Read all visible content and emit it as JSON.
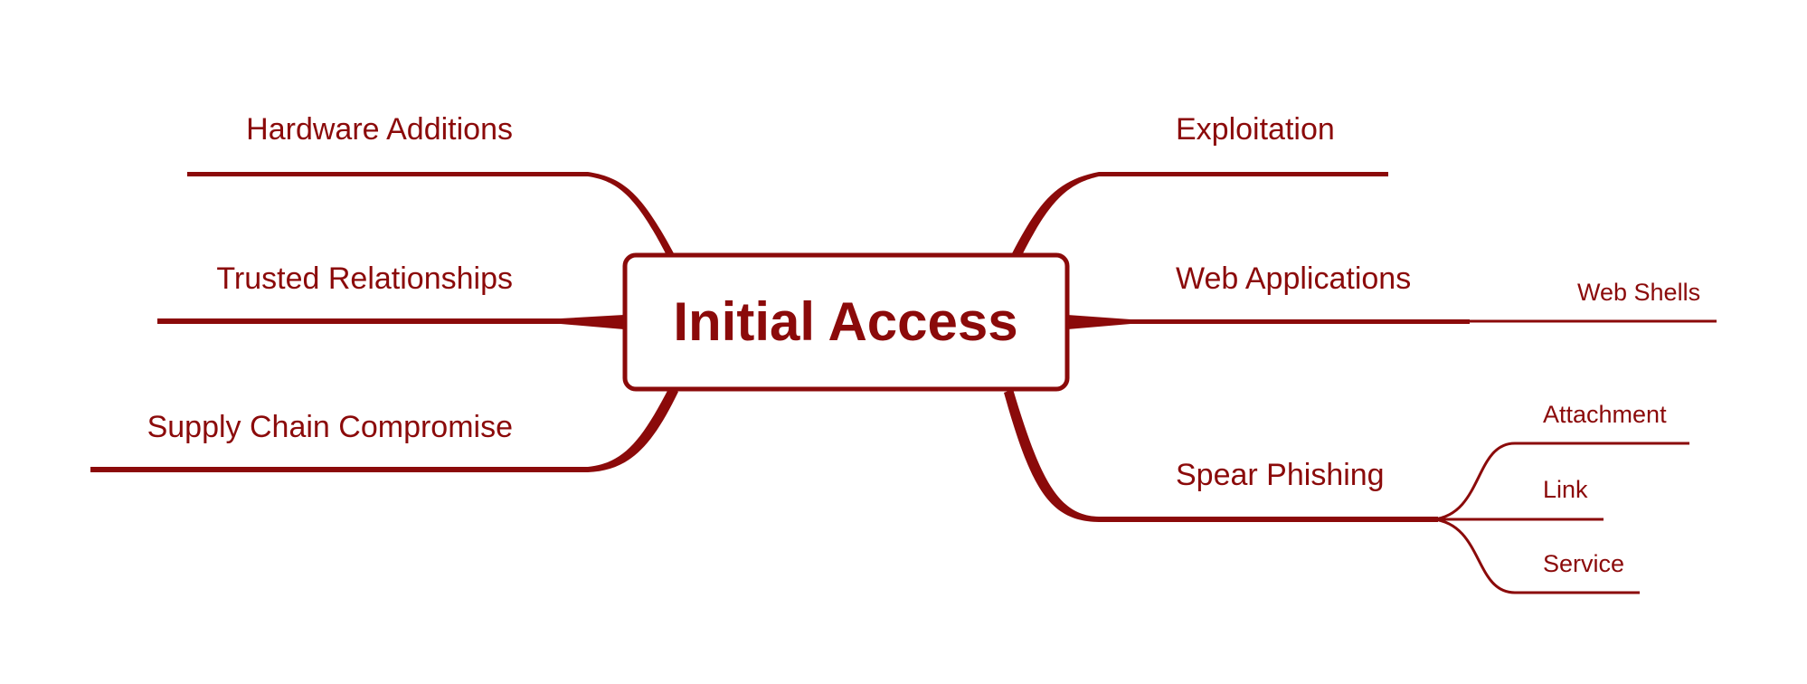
{
  "colors": {
    "accent": "#8b0a0a",
    "background": "#ffffff"
  },
  "central_topic": "Initial Access",
  "left_branches": [
    {
      "label": "Hardware Additions"
    },
    {
      "label": "Trusted Relationships"
    },
    {
      "label": "Supply Chain Compromise"
    }
  ],
  "right_branches": [
    {
      "label": "Exploitation"
    },
    {
      "label": "Web Applications",
      "children": [
        "Web Shells"
      ]
    },
    {
      "label": "Spear Phishing",
      "children": [
        "Attachment",
        "Link",
        "Service"
      ]
    }
  ]
}
